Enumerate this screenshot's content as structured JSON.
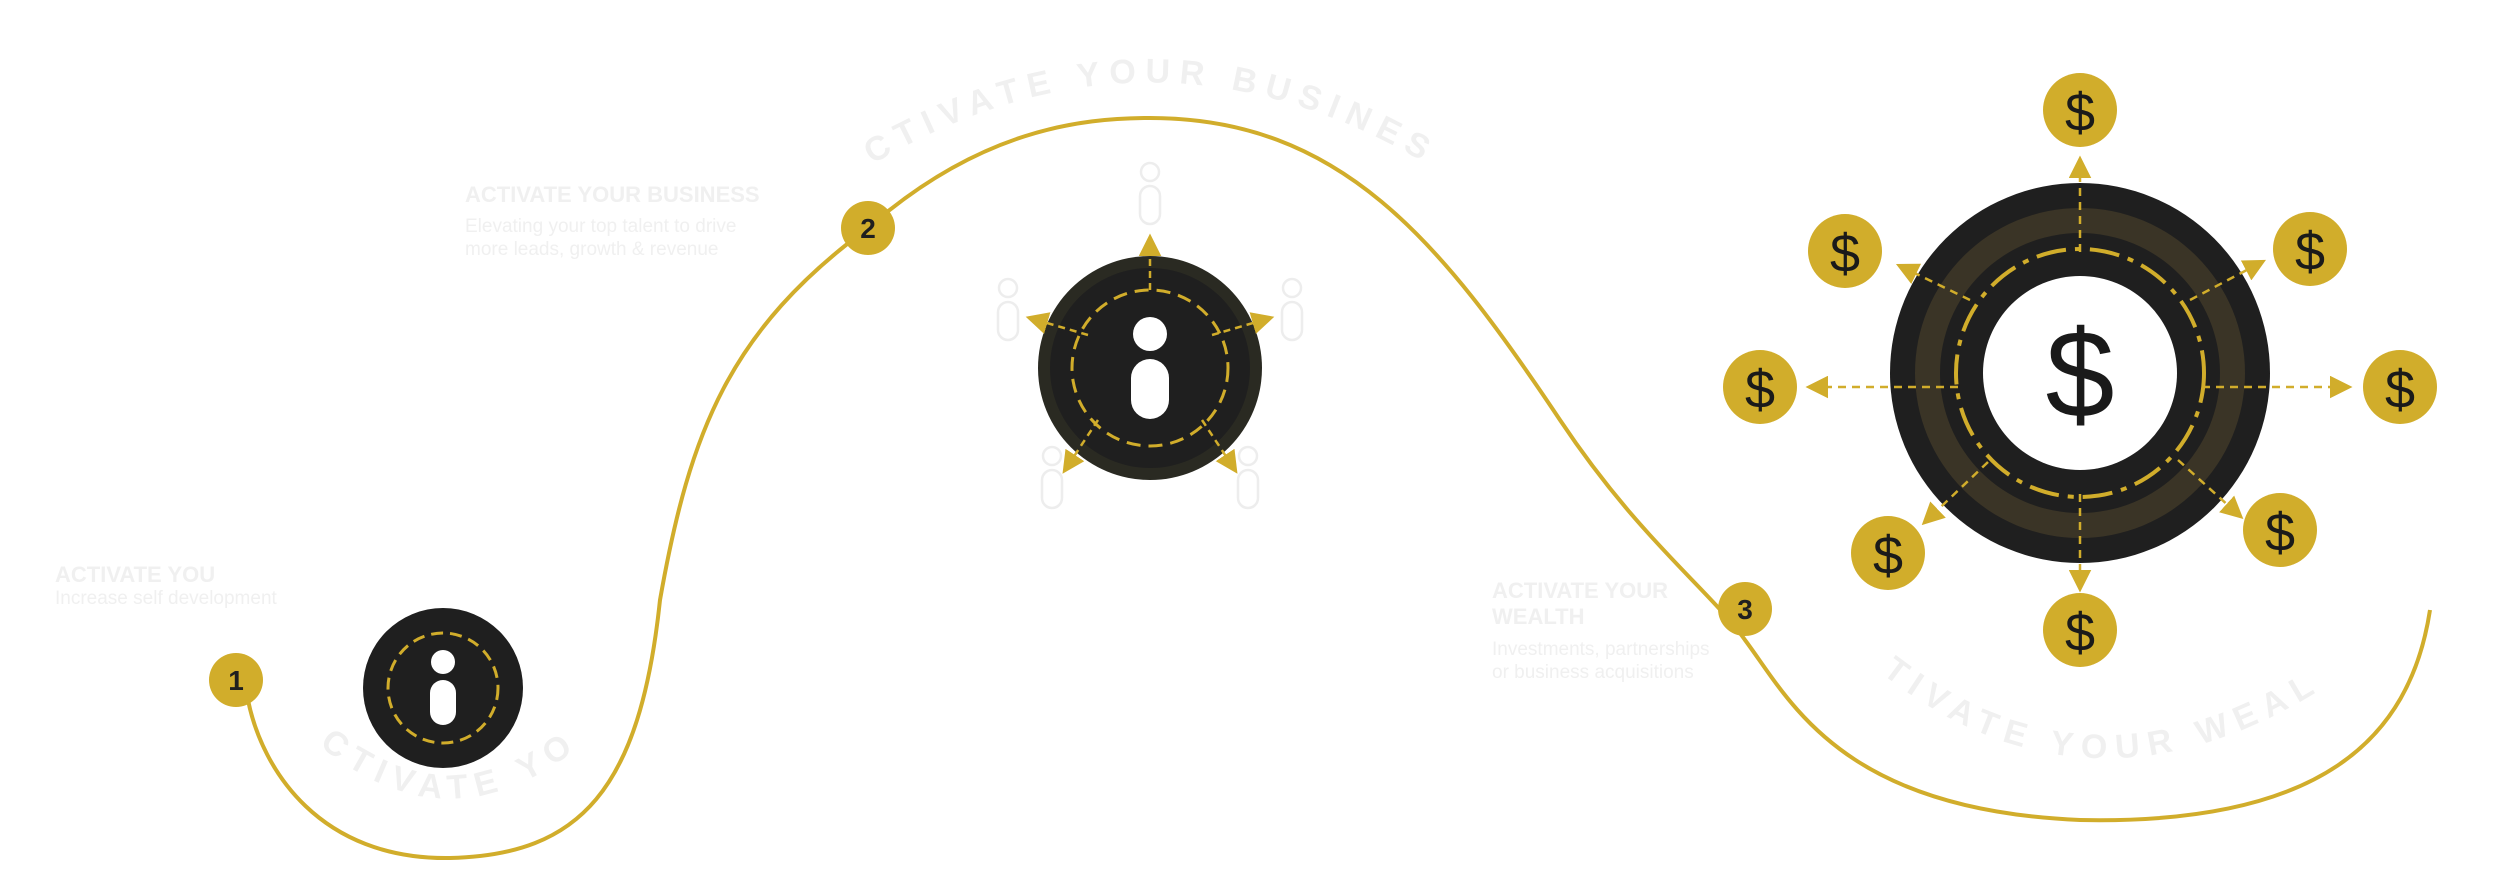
{
  "colors": {
    "gold": "#d1ad2b",
    "dark": "#1f1f1f",
    "ring_mid": "#3a3426",
    "ghost": "#f0f0f0"
  },
  "steps": [
    {
      "number": "1",
      "curved_label": "ACTIVATE YOU",
      "title": "ACTIVATE YOU",
      "text_lines": [
        "Increase self development"
      ],
      "icon": "person-icon"
    },
    {
      "number": "2",
      "curved_label": "ACTIVATE YOUR BUSINESS",
      "title": "ACTIVATE YOUR BUSINESS",
      "text_lines": [
        "Elevating your top talent to drive",
        "more leads, growth & revenue"
      ],
      "icon": "team-network-icon"
    },
    {
      "number": "3",
      "curved_label": "ACTIVATE YOUR WEALTH",
      "title_lines": [
        "ACTIVATE YOUR",
        "WEALTH"
      ],
      "text_lines": [
        "Investments, partnerships",
        "or business acquisitions"
      ],
      "icon": "dollar-network-icon"
    }
  ],
  "dollar_symbol": "$"
}
